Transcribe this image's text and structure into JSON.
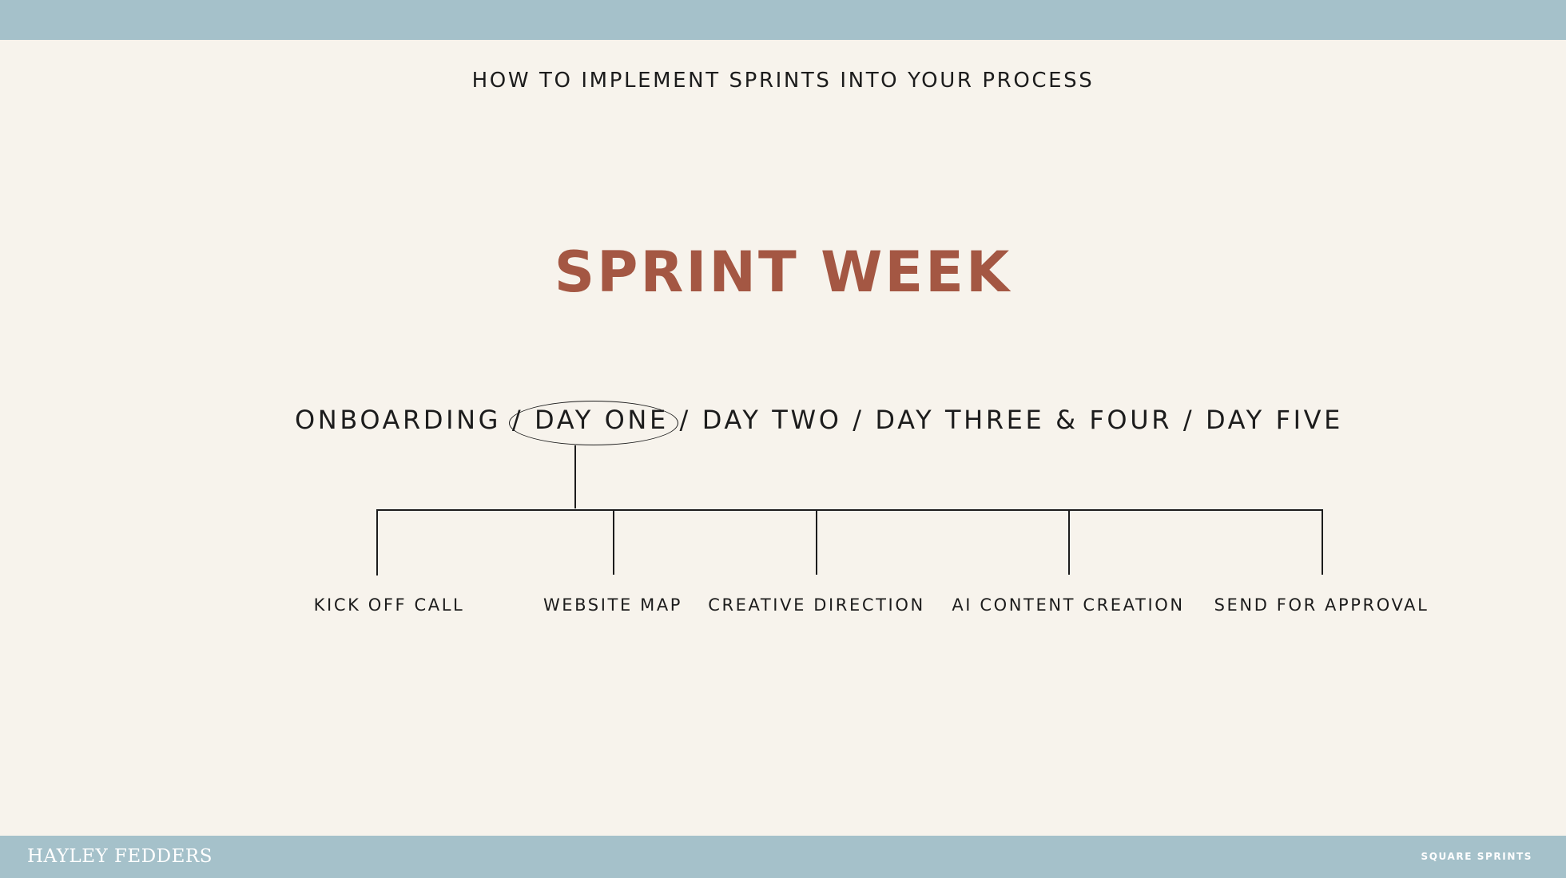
{
  "header": {
    "subtitle": "HOW TO IMPLEMENT SPRINTS INTO YOUR PROCESS"
  },
  "main": {
    "title": "SPRINT WEEK",
    "stages": [
      {
        "label": "ONBOARDING"
      },
      {
        "label": "DAY ONE",
        "highlighted": true
      },
      {
        "label": "DAY TWO"
      },
      {
        "label": "DAY THREE & FOUR"
      },
      {
        "label": "DAY FIVE"
      }
    ],
    "separator": " / ",
    "tasks": [
      {
        "label": "KICK OFF CALL"
      },
      {
        "label": "WEBSITE MAP"
      },
      {
        "label": "CREATIVE DIRECTION"
      },
      {
        "label": "AI CONTENT CREATION"
      },
      {
        "label": "SEND FOR APPROVAL"
      }
    ]
  },
  "footer": {
    "logo": "HAYLEY FEDDERS",
    "label": "SQUARE SPRINTS"
  },
  "colors": {
    "background": "#f7f3ec",
    "bars": "#a5c1ca",
    "accent": "#a45743",
    "text": "#1c1c1c"
  }
}
